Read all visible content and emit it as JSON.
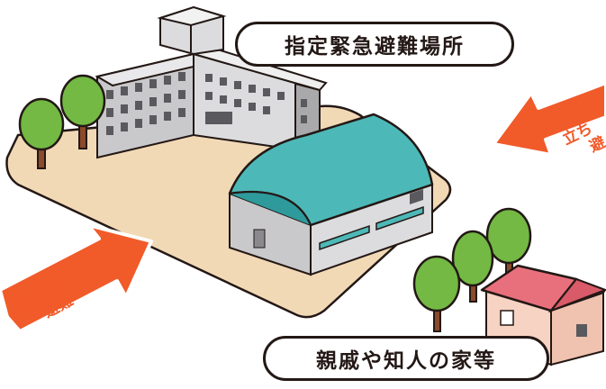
{
  "labels": {
    "shelter": "指定緊急避難場所",
    "relatives": "親戚や知人の家等"
  },
  "arrows": {
    "left": {
      "line1": "立ち退き",
      "line2": "避難"
    },
    "right": {
      "line1": "立ち",
      "line2": "避"
    }
  },
  "colors": {
    "ground": "#f2d9b6",
    "arrow": "#f15a29",
    "gym_roof": "#4db8b8",
    "building": "#c9c9cb",
    "tree": "#73b944",
    "house_roof": "#e8707c",
    "house_wall": "#f7d3c4"
  }
}
